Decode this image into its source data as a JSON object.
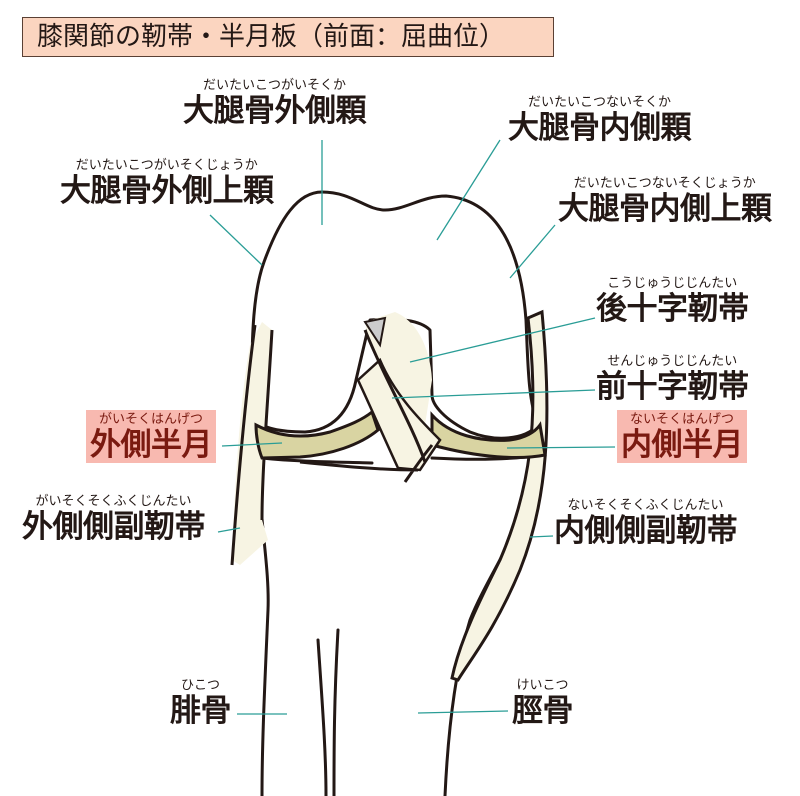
{
  "title": "膝関節の靭帯・半月板（前面：屈曲位）",
  "colors": {
    "leader": "#2a9d96",
    "meniscus": "#d9d4a2",
    "ligament": "#f7f4e3",
    "highlight_bg": "#f8b9b0",
    "highlight_text": "#7a1a10",
    "title_bg": "#fbd5c0"
  },
  "labels": {
    "lateral_condyle": {
      "furigana": "だいたいこつがいそくか",
      "text": "大腿骨外側顆"
    },
    "medial_condyle": {
      "furigana": "だいたいこつないそくか",
      "text": "大腿骨内側顆"
    },
    "lateral_epicondyle": {
      "furigana": "だいたいこつがいそくじょうか",
      "text": "大腿骨外側上顆"
    },
    "medial_epicondyle": {
      "furigana": "だいたいこつないそくじょうか",
      "text": "大腿骨内側上顆"
    },
    "pcl": {
      "furigana": "こうじゅうじじんたい",
      "text": "後十字靭帯"
    },
    "acl": {
      "furigana": "せんじゅうじじんたい",
      "text": "前十字靭帯"
    },
    "lateral_meniscus": {
      "furigana": "がいそくはんげつ",
      "text": "外側半月"
    },
    "medial_meniscus": {
      "furigana": "ないそくはんげつ",
      "text": "内側半月"
    },
    "lcl": {
      "furigana": "がいそくそくふくじんたい",
      "text": "外側側副靭帯"
    },
    "mcl": {
      "furigana": "ないそくそくふくじんたい",
      "text": "内側側副靭帯"
    },
    "fibula": {
      "furigana": "ひこつ",
      "text": "腓骨"
    },
    "tibia": {
      "furigana": "けいこつ",
      "text": "脛骨"
    }
  }
}
